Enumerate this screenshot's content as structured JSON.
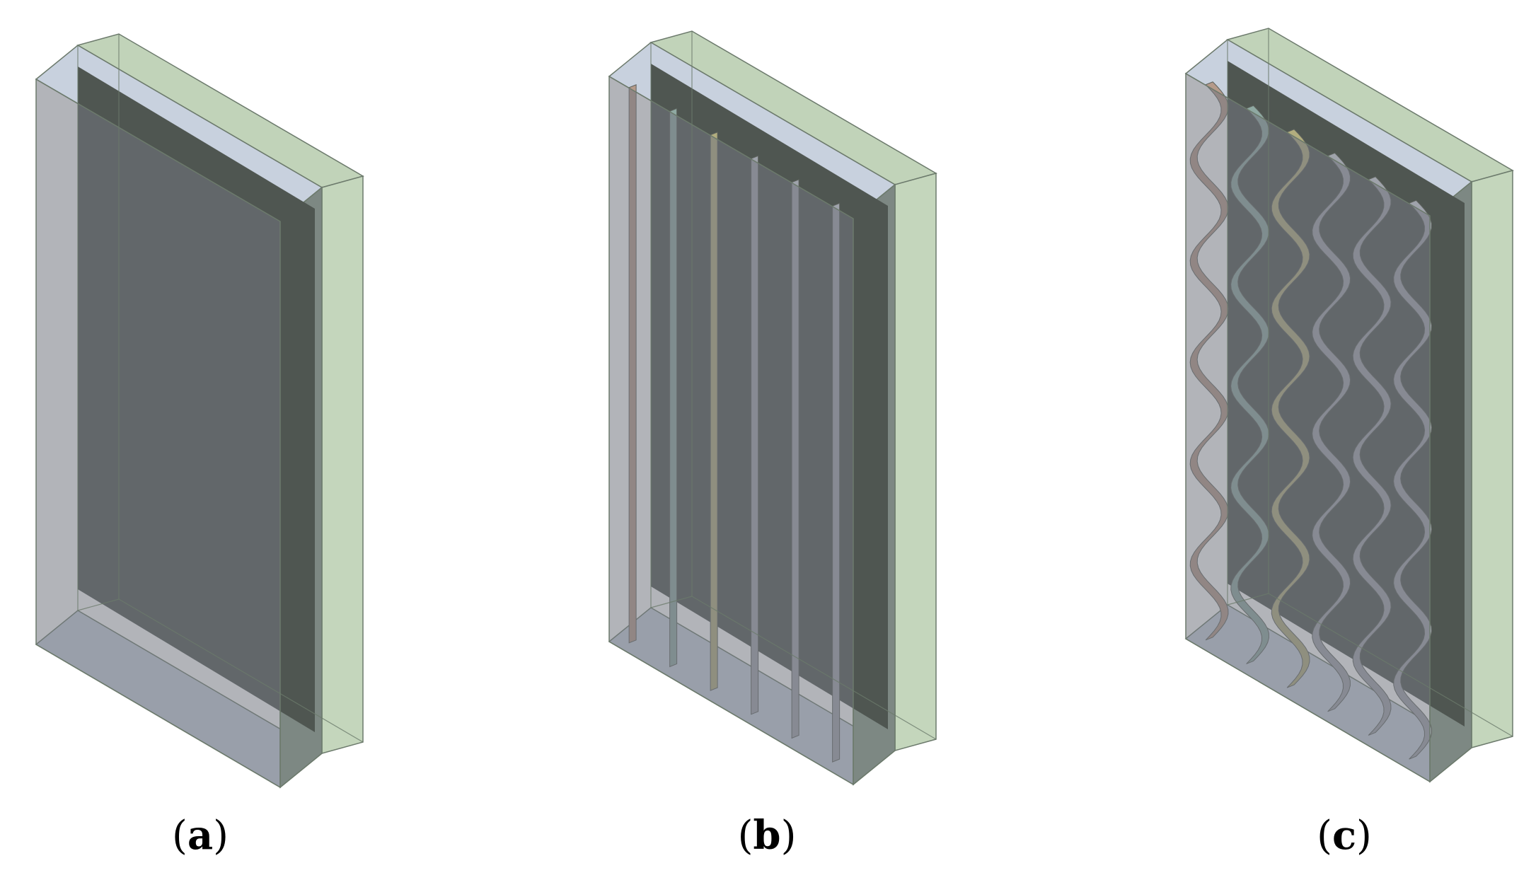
{
  "panels": [
    {
      "id": "a",
      "caption_open": "(",
      "caption_letter": "a",
      "caption_close": ")",
      "channel_type": "none",
      "channel_count": 0
    },
    {
      "id": "b",
      "caption_open": "(",
      "caption_letter": "b",
      "caption_close": ")",
      "channel_type": "straight",
      "channel_count": 6
    },
    {
      "id": "c",
      "caption_open": "(",
      "caption_letter": "c",
      "caption_close": ")",
      "channel_type": "wavy",
      "channel_count": 6
    }
  ],
  "colors": {
    "front_face": "#727780",
    "inner_dark": "#4f5651",
    "green_layer": "#c1d3b9",
    "green_side": "#c4d6bc",
    "light_blue": "#c8d1de",
    "edge": "#6c7a6c",
    "channel_colors": [
      "#b59a8a",
      "#8fa9a2",
      "#b2ad7e",
      "#9fa3ab",
      "#9fa3ab",
      "#9fa3ab"
    ]
  }
}
